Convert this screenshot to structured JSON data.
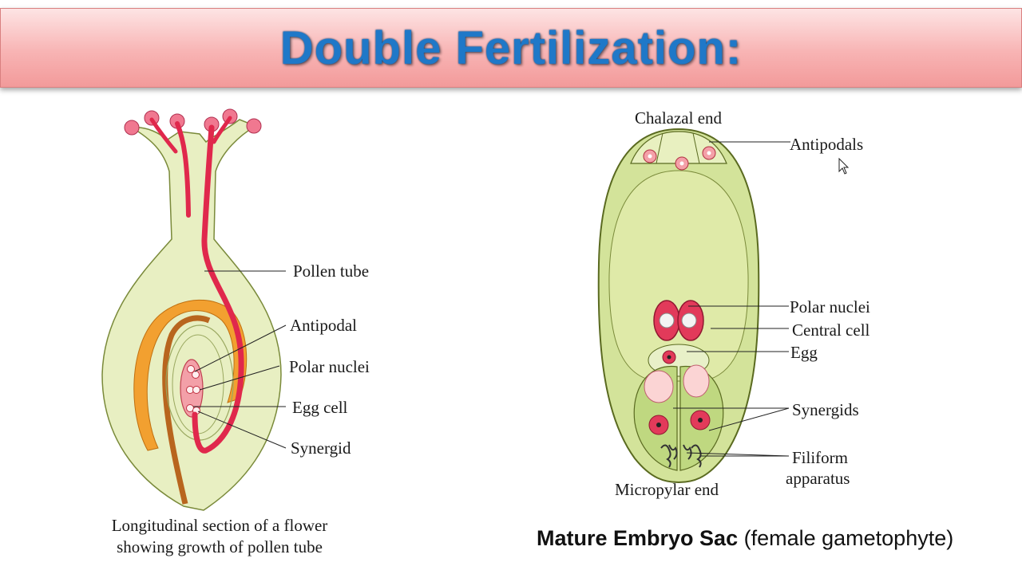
{
  "title": "Double Fertilization:",
  "left_diagram": {
    "labels": {
      "pollen_tube": "Pollen tube",
      "antipodal": "Antipodal",
      "polar_nuclei": "Polar nuclei",
      "egg_cell": "Egg cell",
      "synergid": "Synergid"
    },
    "caption_line1": "Longitudinal section of a flower",
    "caption_line2": "showing growth of pollen tube"
  },
  "right_diagram": {
    "labels": {
      "chalazal_end": "Chalazal end",
      "antipodals": "Antipodals",
      "polar_nuclei": "Polar nuclei",
      "central_cell": "Central cell",
      "egg": "Egg",
      "synergids": "Synergids",
      "filiform_line1": "Filiform",
      "filiform_line2": "apparatus",
      "micropylar_end": "Micropylar end"
    },
    "caption_bold": "Mature Embryo Sac",
    "caption_rest": " (female gametophyte)"
  },
  "colors": {
    "banner": "#f8b4b4",
    "title_text": "#1f78c8",
    "tissue": "#e6eec0",
    "pollen_tube": "#e0284c",
    "integument": "#f2a030",
    "embryo_sac_fill": "#d3e39a"
  }
}
